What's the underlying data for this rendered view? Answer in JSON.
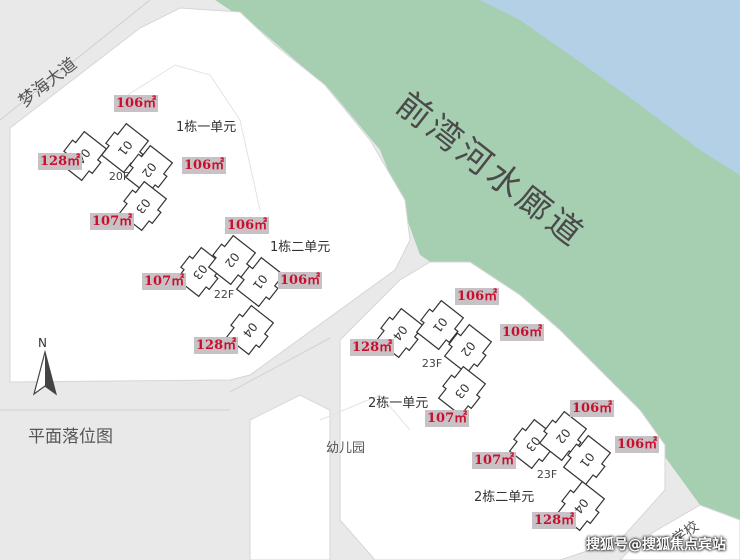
{
  "map": {
    "river_walk_label": "前湾河水廊道",
    "road_label": "梦海大道",
    "school_label": "学校",
    "legend_title": "平面落位图",
    "kindergarten_label": "幼儿园",
    "compass_label": "N",
    "watermark": "搜狐号@搜狐焦点宾站",
    "colors": {
      "river": "#b4d0e6",
      "green": "#a6cfb1",
      "ground": "#e9e9ea",
      "plot": "#ffffff",
      "area_badge": "#c8c2c6",
      "area_text": "#c8102e"
    }
  },
  "buildings": [
    {
      "name": "1栋一单元",
      "floors": "20F",
      "units": [
        {
          "num": "04",
          "area": "128㎡"
        },
        {
          "num": "01",
          "area": "106㎡"
        },
        {
          "num": "02",
          "area": "106㎡"
        },
        {
          "num": "03",
          "area": "107㎡"
        }
      ]
    },
    {
      "name": "1栋二单元",
      "floors": "22F",
      "units": [
        {
          "num": "03",
          "area": "107㎡"
        },
        {
          "num": "02",
          "area": "106㎡"
        },
        {
          "num": "01",
          "area": "106㎡"
        },
        {
          "num": "04",
          "area": "128㎡"
        }
      ]
    },
    {
      "name": "2栋一单元",
      "floors": "23F",
      "units": [
        {
          "num": "04",
          "area": "128㎡"
        },
        {
          "num": "01",
          "area": "106㎡"
        },
        {
          "num": "02",
          "area": "106㎡"
        },
        {
          "num": "03",
          "area": "107㎡"
        }
      ]
    },
    {
      "name": "2栋二单元",
      "floors": "23F",
      "units": [
        {
          "num": "03",
          "area": "107㎡"
        },
        {
          "num": "02",
          "area": "106㎡"
        },
        {
          "num": "01",
          "area": "106㎡"
        },
        {
          "num": "04",
          "area": "128㎡"
        }
      ]
    }
  ]
}
